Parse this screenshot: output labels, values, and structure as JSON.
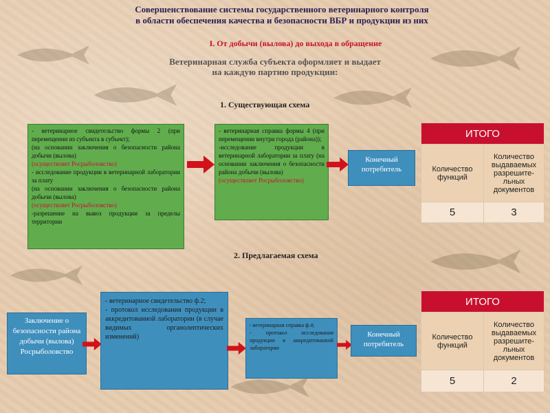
{
  "title": "Совершенствование системы государственного ветеринарного контроля\nв области обеспечения качества и безопасности ВБР и продукции из них",
  "subtitle_red": "I. От добычи (вылова) до выхода в обращение",
  "subtitle_grey": "Ветеринарная служба субъекта оформляет и выдает\nна каждую партию продукции:",
  "scheme1": {
    "heading": "1. Существующая схема",
    "box1": {
      "p1": "- ветеринарное свидетельство формы 2 (при перемещении из субъекта в субъект);",
      "p2": "(на основании заключения о безопасности района добычи (вылова)",
      "p2_red": "(осуществляет Росрыболовство)",
      "p3": "- исследование продукции в ветеринарной лаборатории за плату",
      "p4": "(на основании заключения о безопасности района добычи (вылова)",
      "p4_red": "(осуществляет Росрыболовство)",
      "p5": "-разрешение на вывоз продукции за пределы территории"
    },
    "box2": {
      "p1": "- ветеринарная справка формы 4 (при перемещении внутри города (района));",
      "p2": "-исследование продукции в ветеринарной лаборатории за плату (на основании заключения о безопасности района добычи (вылова)",
      "p2_red": "(осуществляет Росрыболовство)"
    },
    "consumer": "Конечный потребитель",
    "itogo": {
      "header": "ИТОГО",
      "col1": "Количество функций",
      "col2": "Количество выдаваемых разрешите-льных документов",
      "val1": "5",
      "val2": "3"
    }
  },
  "scheme2": {
    "heading": "2. Предлагаемая схема",
    "conclusion": "Заключение о безопасности района добычи (вылова) Росрыболовство",
    "box_mid": {
      "p1": "- ветеринарное свидетельство ф.2;",
      "p2": "- протокол исследования продукции в аккредитованной лаборатории (в случае видимых органолептических изменений)"
    },
    "box_small": {
      "p1": "- ветеринарная справка ф.4;",
      "p2": "- протокол исследования продукции в аккредитованной лаборатории"
    },
    "consumer": "Конечный потребитель",
    "itogo": {
      "header": "ИТОГО",
      "col1": "Количество функций",
      "col2": "Количество выдаваемых разрешите-льных документов",
      "val1": "5",
      "val2": "2"
    }
  },
  "colors": {
    "accent_red": "#c8102e",
    "box_green": "#61ad4e",
    "box_blue": "#3f8fbd"
  }
}
